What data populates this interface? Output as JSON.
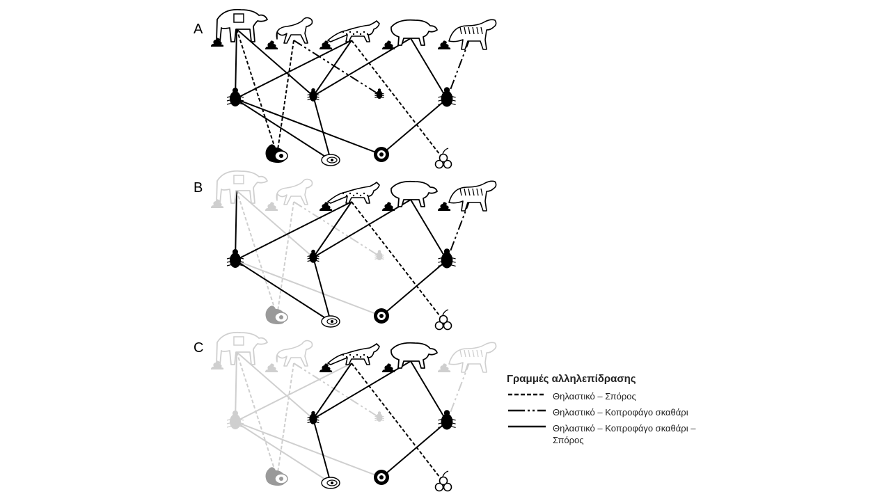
{
  "panels": [
    {
      "letter": "A"
    },
    {
      "letter": "B"
    },
    {
      "letter": "C"
    }
  ],
  "legend": {
    "title": "Γραμμές αλληλεπίδρασης",
    "items": [
      {
        "label": "Θηλαστικό – Σπόρος",
        "style": "dashed"
      },
      {
        "label": "Θηλαστικό – Κοπροφάγο σκαθάρι",
        "style": "dashdot"
      },
      {
        "label": "Θηλαστικό – Κοπροφάγο σκαθάρι – Σπόρος",
        "style": "solid"
      }
    ]
  },
  "colors": {
    "active": "#000000",
    "faded": "#cfcfcf",
    "faded_fruit": "#9a9a9a"
  },
  "icons": {
    "mammals": [
      "tapir-icon",
      "monkey-icon",
      "civet-icon",
      "boar-icon",
      "tiger-icon"
    ],
    "beetles": [
      "beetle-large-icon",
      "beetle-small-icon",
      "beetle-tiny-icon",
      "beetle-round-icon"
    ],
    "seeds": [
      "avocado-icon",
      "seed-pod-icon",
      "fruit-round-icon",
      "cherries-icon"
    ]
  }
}
